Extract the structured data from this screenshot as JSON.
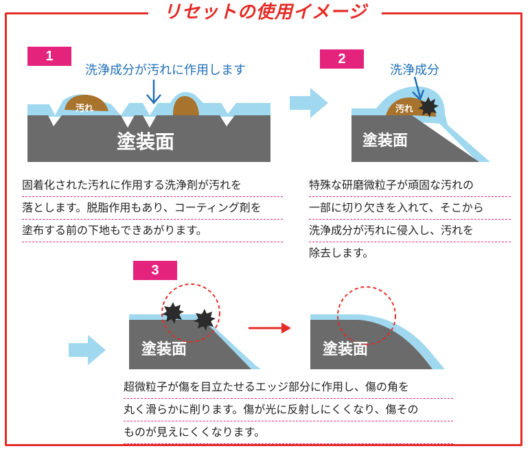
{
  "title": "リセットの使用イメージ",
  "step1": {
    "number": "1",
    "label": "洗浄成分が汚れに作用します",
    "dirt_label": "汚れ",
    "surface_label": "塗装面",
    "description": [
      "固着化された汚れに作用する洗浄剤が汚れを",
      "落とします。脱脂作用もあり、コーティング剤を",
      "塗布する前の下地もできあがります。"
    ]
  },
  "step2": {
    "number": "2",
    "label": "洗浄成分",
    "dirt_label": "汚れ",
    "surface_label": "塗装面",
    "description": [
      "特殊な研磨微粒子が頑固な汚れの",
      "一部に切り欠きを入れて、そこから",
      "洗浄成分が汚れに侵入し、汚れを",
      "除去します。"
    ]
  },
  "step3": {
    "number": "3",
    "surface_label_before": "塗装面",
    "surface_label_after": "塗装面",
    "description": [
      "超微粒子が傷を目立たせるエッジ部分に作用し、傷の角を",
      "丸く滑らかに削ります。傷が光に反射しにくくなり、傷その",
      "ものが見えにくくなります。"
    ]
  },
  "colors": {
    "frame": "#e52b25",
    "step_badge": "#e4237d",
    "coating": "#9fd8ef",
    "surface": "#6b6b6b",
    "dirt": "#a8732c",
    "arrow_blue": "#1f6fb8",
    "arrow_red": "#e52b25"
  }
}
